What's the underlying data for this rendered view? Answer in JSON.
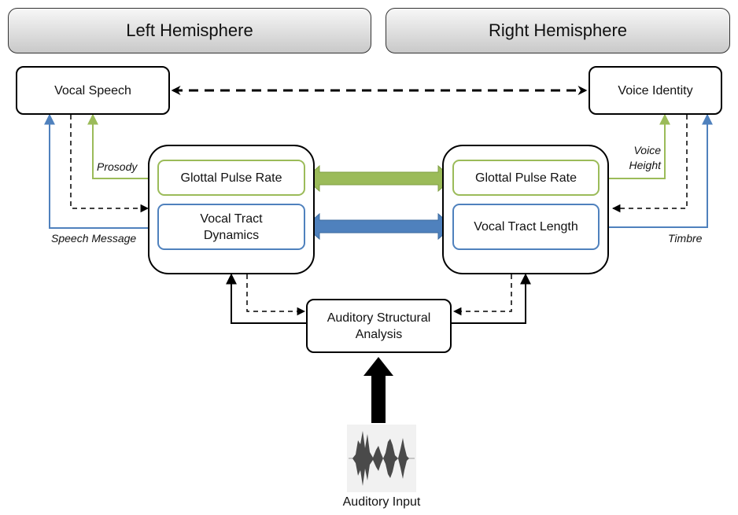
{
  "headers": {
    "left": "Left Hemisphere",
    "right": "Right Hemisphere"
  },
  "boxes": {
    "vocal_speech": "Vocal Speech",
    "voice_identity": "Voice Identity",
    "left_gpr": "Glottal Pulse Rate",
    "left_vtd_line1": "Vocal Tract",
    "left_vtd_line2": "Dynamics",
    "right_gpr": "Glottal Pulse Rate",
    "right_vtl": "Vocal Tract Length",
    "asa_line1": "Auditory Structural",
    "asa_line2": "Analysis"
  },
  "labels": {
    "prosody": "Prosody",
    "speech_message": "Speech Message",
    "voice_height_line1": "Voice",
    "voice_height_line2": "Height",
    "timbre": "Timbre"
  },
  "input": {
    "caption": "Auditory Input"
  },
  "colors": {
    "green": "#9bbb59",
    "blue": "#4f81bd",
    "black": "#000000"
  }
}
